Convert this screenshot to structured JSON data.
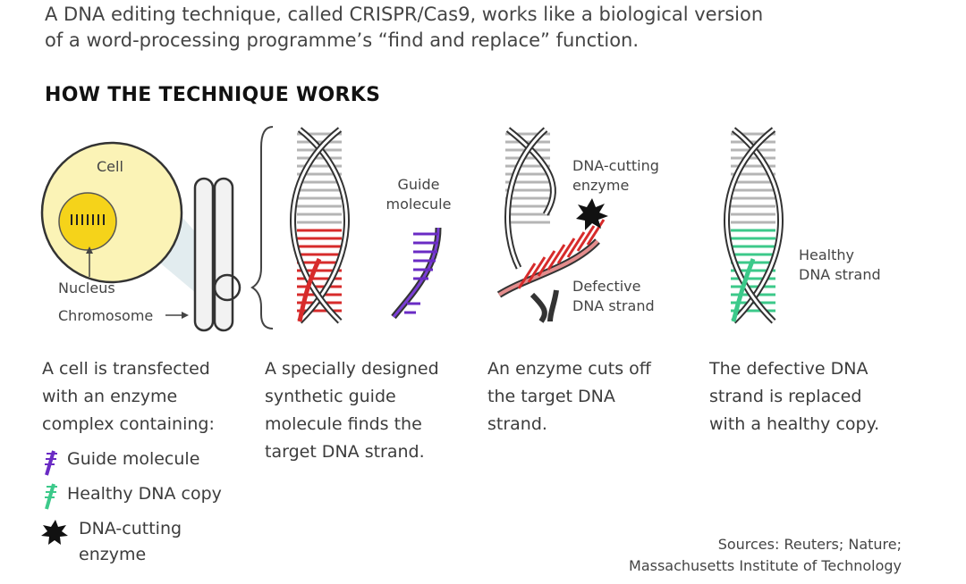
{
  "intro": {
    "line1": "A DNA editing technique, called CRISPR/Cas9, works like a biological version",
    "line2": "of a word-processing programme’s “find and replace” function."
  },
  "heading": "HOW THE TECHNIQUE WORKS",
  "labels": {
    "cell": "Cell",
    "nucleus": "Nucleus",
    "chromosome": "Chromosome",
    "guide_line1": "Guide",
    "guide_line2": "molecule",
    "enzyme_line1": "DNA-cutting",
    "enzyme_line2": "enzyme",
    "defective_line1": "Defective",
    "defective_line2": "DNA strand",
    "healthy_line1": "Healthy",
    "healthy_line2": "DNA strand"
  },
  "captions": {
    "step1": [
      "A cell is transfected",
      "with an enzyme",
      "complex containing:"
    ],
    "step2": [
      "A specially designed",
      "synthetic guide",
      "molecule finds the",
      "target DNA strand."
    ],
    "step3": [
      "An enzyme cuts off",
      "the target DNA",
      "strand."
    ],
    "step4": [
      "The defective DNA",
      "strand is replaced",
      "with a healthy copy."
    ]
  },
  "legend": {
    "guide": "Guide molecule",
    "healthy": "Healthy DNA copy",
    "enzyme_line1": "DNA-cutting",
    "enzyme_line2": "enzyme"
  },
  "sources": {
    "line1": "Sources: Reuters; Nature;",
    "line2": "Massachusetts Institute of Technology"
  },
  "colors": {
    "cell_fill": "#fbf3b6",
    "nucleus_fill": "#f5d31a",
    "guide": "#6a2bc4",
    "defective": "#d72b2b",
    "healthy": "#3cc98a",
    "rung": "#b5b5b5"
  }
}
